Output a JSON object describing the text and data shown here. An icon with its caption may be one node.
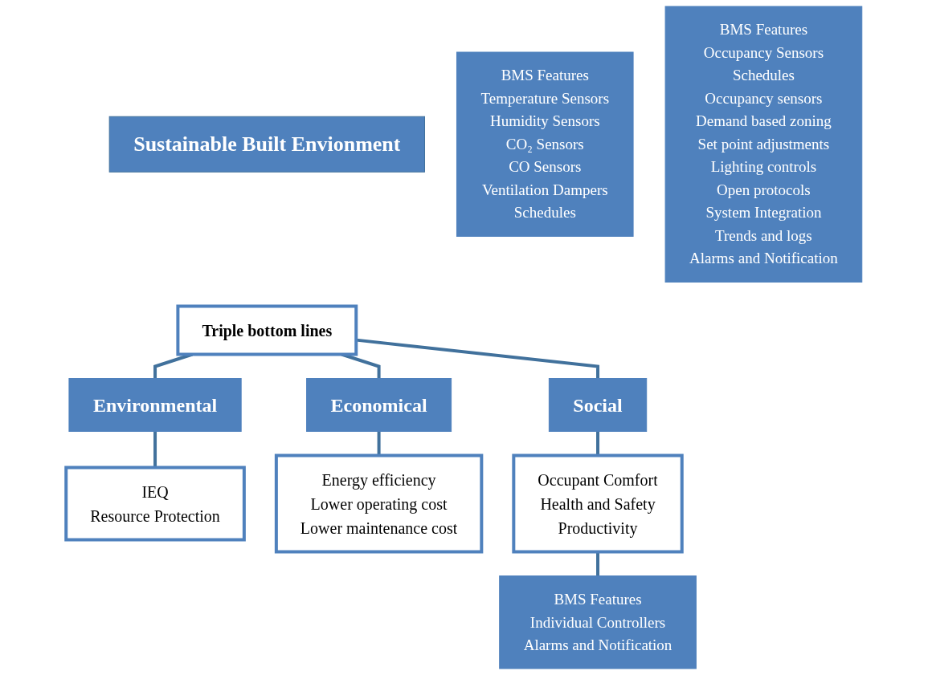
{
  "diagram": {
    "nodes": [
      {
        "text": [
          "Sustainable Built Envionment"
        ]
      },
      {
        "text": [
          "Triple bottom lines"
        ]
      },
      {
        "text": [
          "Environmental"
        ]
      },
      {
        "text": [
          "Economical"
        ]
      },
      {
        "text": [
          "Social"
        ]
      },
      {
        "text": [
          "IEQ",
          "Resource Protection"
        ]
      },
      {
        "text": [
          "Energy efficiency",
          "Lower operating cost",
          "Lower maintenance cost"
        ]
      },
      {
        "text": [
          "Occupant Comfort",
          "Health and Safety",
          "Productivity"
        ]
      },
      {
        "text": [
          "BMS Features",
          "Temperature Sensors",
          "Humidity Sensors",
          "CO₂ Sensors",
          "CO Sensors",
          "Ventilation Dampers",
          "Schedules"
        ]
      },
      {
        "text": [
          "BMS Features",
          "Occupancy Sensors",
          "Schedules",
          "Occupancy sensors",
          "Demand based zoning",
          "Set point adjustments",
          "Lighting controls",
          "Open protocols",
          "System Integration",
          "Trends and logs",
          "Alarms and Notification"
        ]
      },
      {
        "text": [
          "BMS Features",
          "Individual Controllers",
          "Alarms and Notification"
        ]
      }
    ],
    "edges": [
      {
        "from": 1,
        "to": 2,
        "arrow": "none"
      },
      {
        "from": 1,
        "to": 3,
        "arrow": "none"
      },
      {
        "from": 1,
        "to": 4,
        "arrow": "none"
      },
      {
        "from": 2,
        "to": 5,
        "arrow": "none"
      },
      {
        "from": 3,
        "to": 6,
        "arrow": "none"
      },
      {
        "from": 4,
        "to": 7,
        "arrow": "none"
      },
      {
        "from": 7,
        "to": 10,
        "arrow": "none"
      }
    ]
  }
}
